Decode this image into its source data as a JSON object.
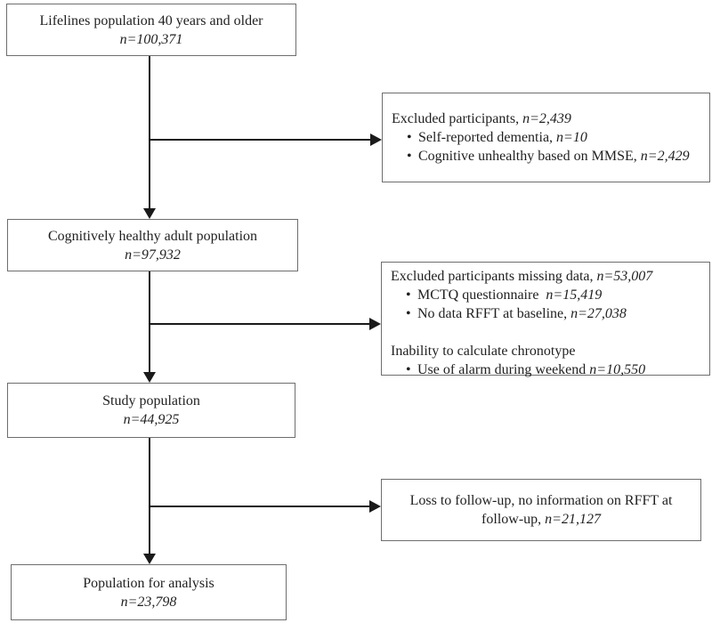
{
  "glyphs": {
    "bullet": "•"
  },
  "colors": {
    "background": "#ffffff",
    "box_border": "#6e6e6e",
    "arrow": "#1a1a1a",
    "text": "#1f1f1f"
  },
  "flow": {
    "main_boxes": [
      {
        "label": "Lifelines population 40 years and older",
        "n": "n=100,371"
      },
      {
        "label": "Cognitively healthy adult population",
        "n": "n=97,932"
      },
      {
        "label": "Study population",
        "n": "n=44,925"
      },
      {
        "label": "Population for analysis",
        "n": "n=23,798"
      }
    ],
    "exclusions": [
      {
        "header_text": "Excluded participants, ",
        "header_n": "n=2,439",
        "bullets": [
          {
            "text": "Self-reported dementia, ",
            "n": "n=10"
          },
          {
            "text": "Cognitive unhealthy based on MMSE, ",
            "n": "n=2,429"
          }
        ]
      },
      {
        "header_text": "Excluded participants missing data, ",
        "header_n": "n=53,007",
        "bullets": [
          {
            "text": "MCTQ questionnaire  ",
            "n": "n=15,419"
          },
          {
            "text": "No data RFFT at baseline, ",
            "n": "n=27,038"
          }
        ],
        "subheader_text": "Inability to calculate chronotype",
        "sub_bullets": [
          {
            "text": "Use of alarm during weekend ",
            "n": "n=10,550"
          }
        ]
      },
      {
        "line1": "Loss to follow-up, no information on RFFT at",
        "line2_text": "follow-up, ",
        "line2_n": "n=21,127"
      }
    ]
  }
}
